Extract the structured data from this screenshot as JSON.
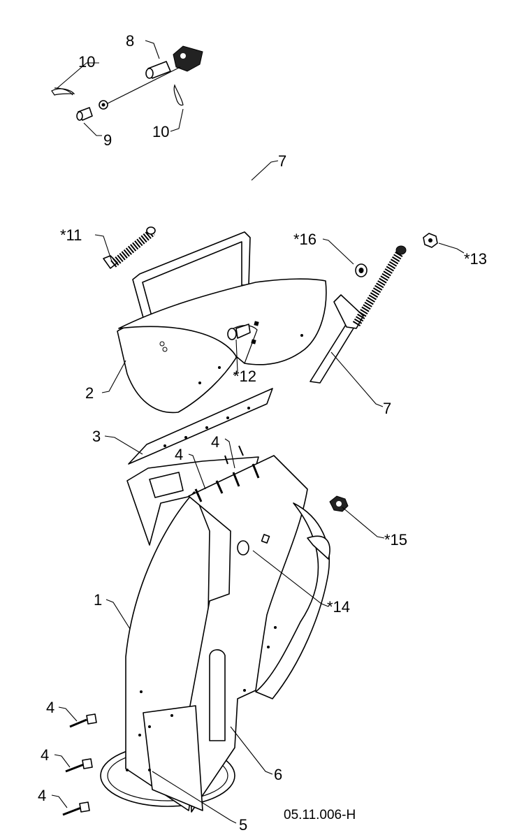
{
  "diagram": {
    "callouts": {
      "c1": "1",
      "c2": "2",
      "c3": "3",
      "c4a": "4",
      "c4b": "4",
      "c4c": "4",
      "c4d": "4",
      "c4e": "4",
      "c5": "5",
      "c6": "6",
      "c7a": "7",
      "c7b": "7",
      "c8": "8",
      "c9": "9",
      "c10a": "10",
      "c10b": "10",
      "c11": "*11",
      "c12": "*12",
      "c13": "*13",
      "c14": "*14",
      "c15": "*15",
      "c16": "*16"
    },
    "drawing_number": "05.11.006-H"
  }
}
